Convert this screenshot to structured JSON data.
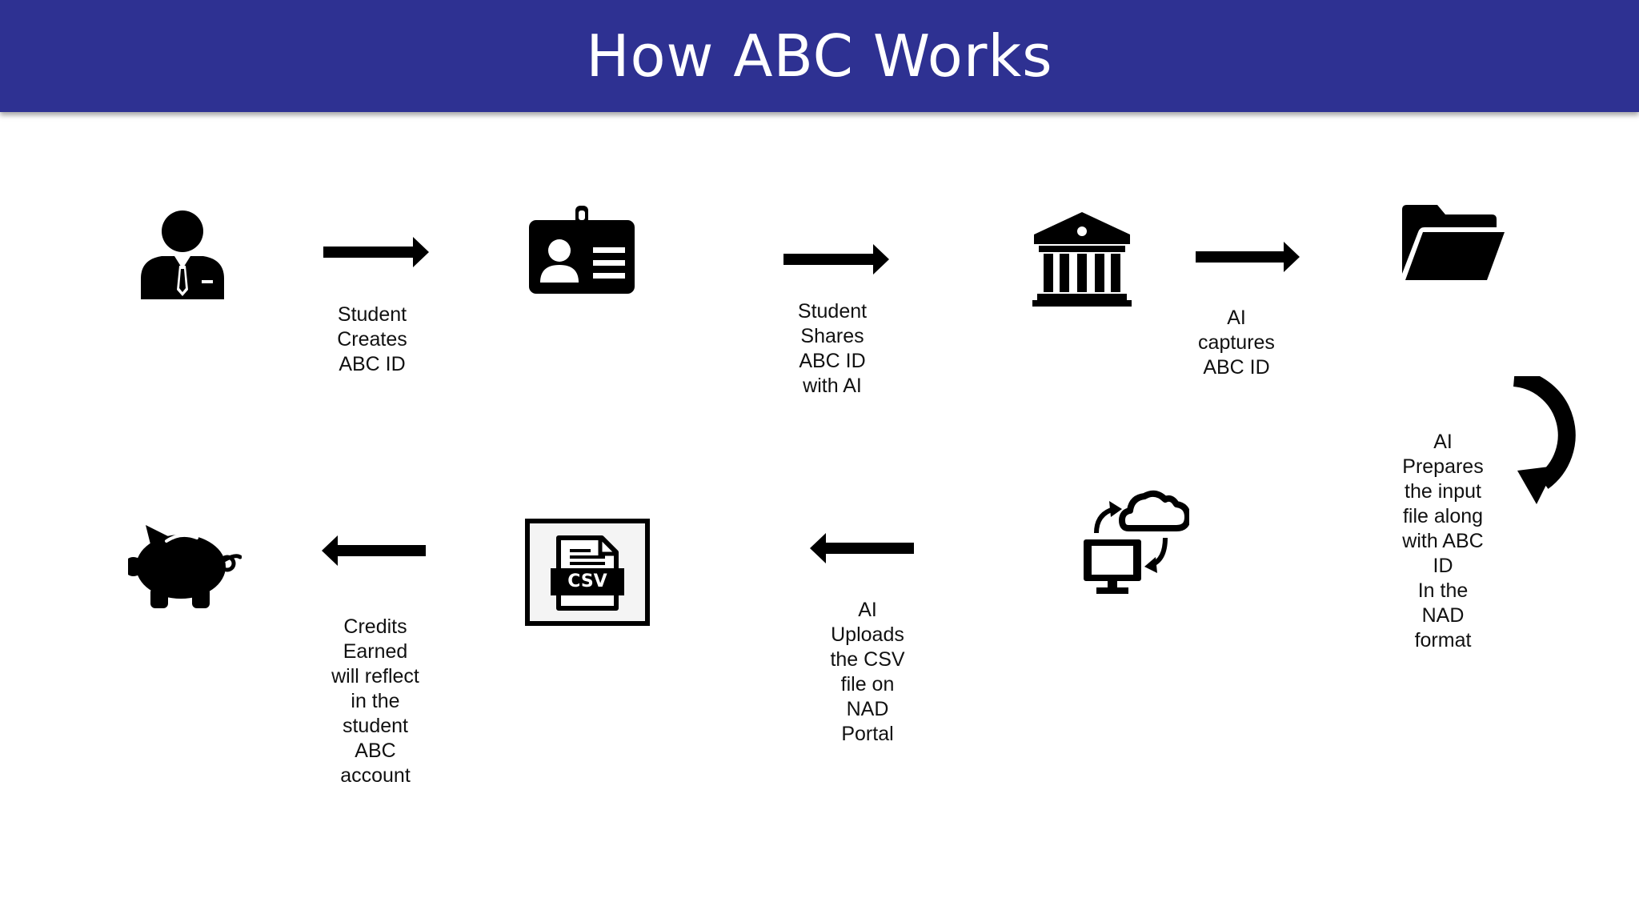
{
  "title": "How ABC Works",
  "steps": {
    "student_creates": "Student\nCreates\nABC ID",
    "student_shares": "Student\nShares\nABC ID\nwith AI",
    "ai_captures": "AI\ncaptures\nABC ID",
    "ai_prepares": "AI\nPrepares\nthe input\nfile along\nwith ABC\nID\nIn the\nNAD\nformat",
    "ai_uploads": "AI\nUploads\nthe CSV\nfile on\nNAD\nPortal",
    "credits_earned": "Credits\nEarned\nwill reflect\nin the\nstudent\nABC\naccount"
  },
  "csv_icon_text": "CSV",
  "colors": {
    "header": "#2e3192",
    "icon": "#000000",
    "title_text": "#ffffff"
  },
  "icons": [
    "student-icon",
    "id-card-icon",
    "bank-icon",
    "folder-icon",
    "cloud-sync-computer-icon",
    "csv-file-icon",
    "piggy-bank-icon",
    "curved-arrow-icon",
    "arrow-right-icon",
    "arrow-left-icon"
  ]
}
